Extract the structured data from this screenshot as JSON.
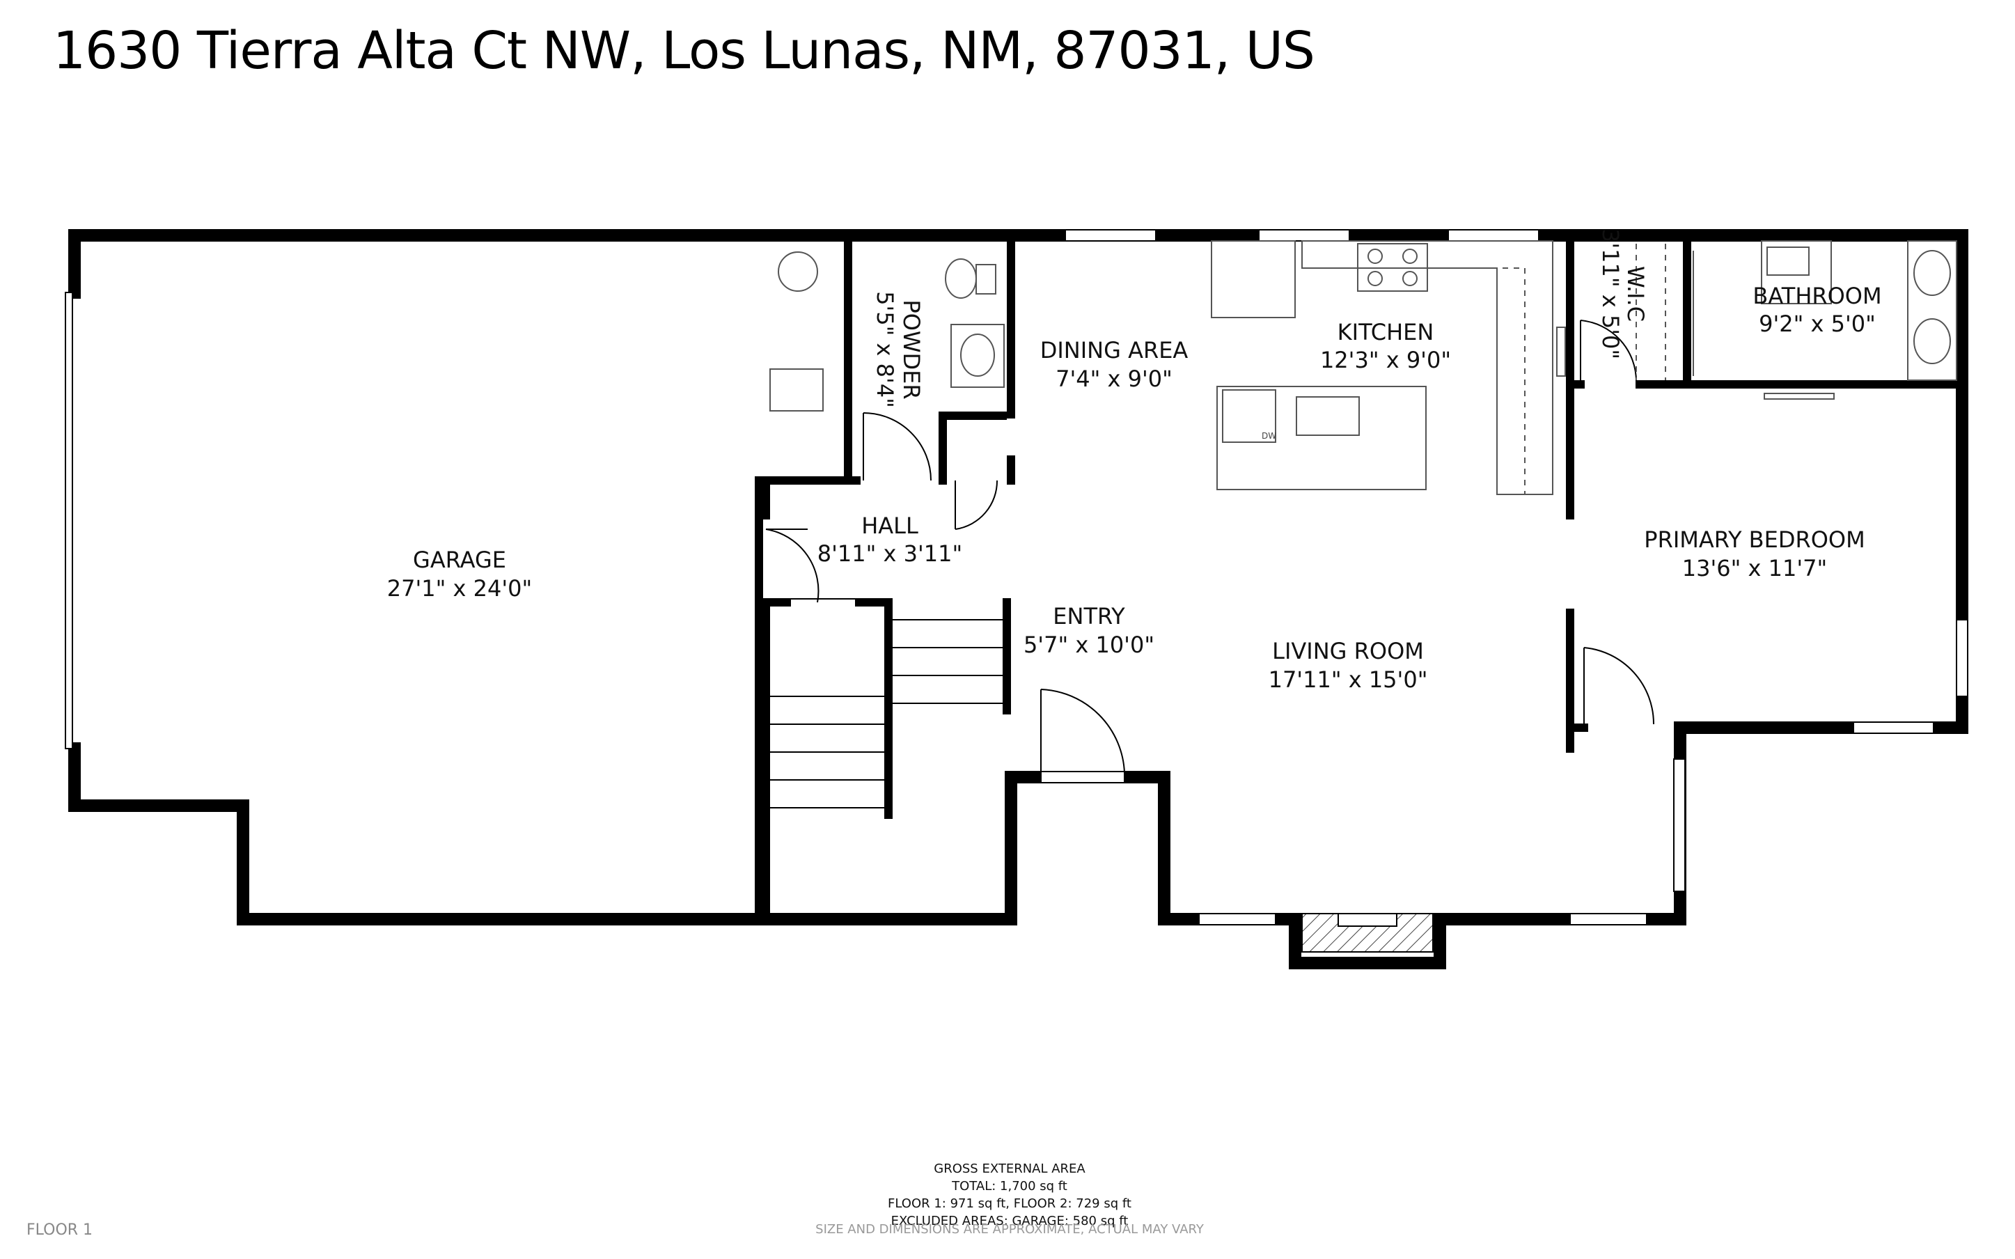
{
  "address": "1630 Tierra Alta Ct NW, Los Lunas, NM, 87031, US",
  "rooms": [
    {
      "name": "GARAGE",
      "dims": "27'1\" x 24'0\""
    },
    {
      "name": "POWDER",
      "dims": "5'5\" x 8'4\""
    },
    {
      "name": "HALL",
      "dims": "8'11\" x 3'11\""
    },
    {
      "name": "DINING AREA",
      "dims": "7'4\" x 9'0\""
    },
    {
      "name": "KITCHEN",
      "dims": "12'3\" x 9'0\""
    },
    {
      "name": "W.I.C",
      "dims": "3'11\" x 5'0\""
    },
    {
      "name": "BATHROOM",
      "dims": "9'2\" x 5'0\""
    },
    {
      "name": "PRIMARY BEDROOM",
      "dims": "13'6\" x 11'7\""
    },
    {
      "name": "ENTRY",
      "dims": "5'7\" x 10'0\""
    },
    {
      "name": "LIVING ROOM",
      "dims": "17'11\" x 15'0\""
    }
  ],
  "fixtures": {
    "dishwasher": "DW"
  },
  "area_summary": {
    "heading": "GROSS EXTERNAL AREA",
    "total": "TOTAL: 1,700 sq ft",
    "floors": "FLOOR 1: 971 sq ft, FLOOR 2: 729 sq ft",
    "excluded": "EXCLUDED AREAS: GARAGE: 580 sq ft"
  },
  "floor_label": "FLOOR 1",
  "disclaimer": "SIZE AND DIMENSIONS ARE APPROXIMATE, ACTUAL MAY VARY",
  "colors": {
    "wall": "#000000",
    "hatch": "#555555",
    "fixture": "#555555",
    "footer_gray": "#999999"
  }
}
